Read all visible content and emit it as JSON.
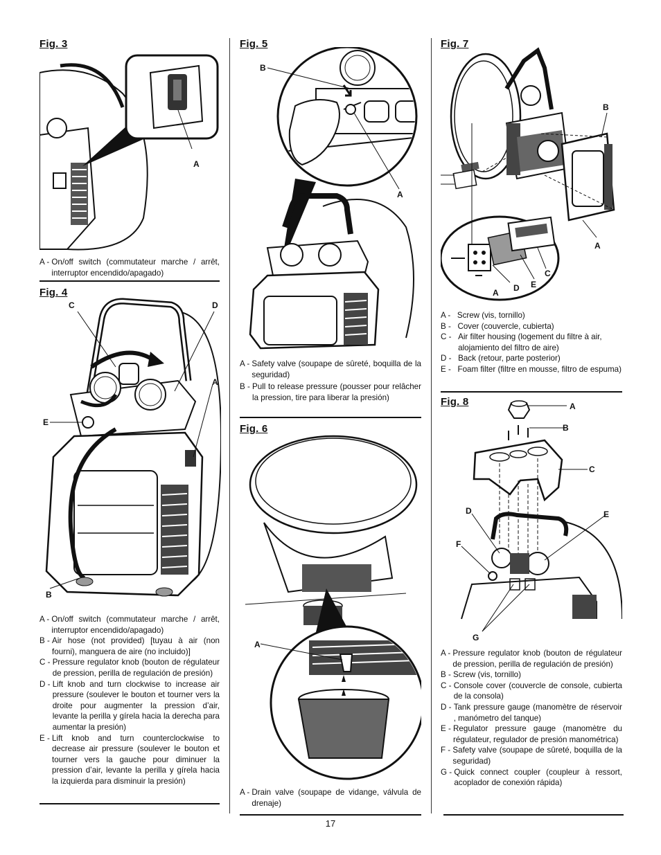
{
  "page_number": "17",
  "fig3": {
    "title": "Fig. 3",
    "labels": {
      "a": "A"
    },
    "legend": [
      {
        "key": "A - ",
        "text": "On/off switch (commutateur marche / arrêt, interruptor encendido/apagado)"
      }
    ]
  },
  "fig4": {
    "title": "Fig. 4",
    "labels": {
      "a": "A",
      "b": "B",
      "c": "C",
      "d": "D",
      "e": "E"
    },
    "legend": [
      {
        "key": "A - ",
        "text": "On/off switch (commutateur marche / arrêt, interruptor encendido/apagado)"
      },
      {
        "key": "B - ",
        "text": "Air hose (not provided) [tuyau à air (non fourni), manguera de aire (no incluido)]"
      },
      {
        "key": "C - ",
        "text": "Pressure regulator knob (bouton de régulateur de pression, perilla de regulación de presión)"
      },
      {
        "key": "D - ",
        "text": "Lift knob and turn clockwise to increase air pressure (soulever le bouton et tourner vers la droite pour augmenter la pression d’air, levante la perilla y gírela hacia la derecha para aumentar la presión)"
      },
      {
        "key": "E - ",
        "text": "Lift knob and turn  counterclockwise to decrease air pressure (soulever le bouton et tourner vers la gauche pour diminuer la pression d’air, levante la perilla y gírela hacia la izquierda para disminuir la presión)"
      }
    ]
  },
  "fig5": {
    "title": "Fig. 5",
    "labels": {
      "a": "A",
      "b": "B"
    },
    "legend": [
      {
        "key": "A - ",
        "text": "Safety valve (soupape de sûreté, boquilla de la seguridad)"
      },
      {
        "key": "B - ",
        "text": "Pull to release pressure (pousser pour relâcher la pression, tire para liberar la presión)"
      }
    ]
  },
  "fig6": {
    "title": "Fig. 6",
    "labels": {
      "a": "A"
    },
    "legend": [
      {
        "key": "A - ",
        "text": "Drain valve (soupape de vidange, válvula de drenaje)"
      }
    ]
  },
  "fig7": {
    "title": "Fig. 7",
    "labels": {
      "a": "A",
      "b": "B",
      "a2": "A",
      "c": "C",
      "d": "D",
      "e": "E"
    },
    "legend": [
      {
        "key": "A -   ",
        "text": "Screw (vis, tornillo)"
      },
      {
        "key": "B -   ",
        "text": "Cover (couvercle, cubierta)"
      },
      {
        "key": "C -   ",
        "text": "Air filter housing (logement du filtre à air, alojamiento del filtro de aire)"
      },
      {
        "key": "D -   ",
        "text": "Back (retour, parte posterior)"
      },
      {
        "key": "E -   ",
        "text": "Foam filter (filtre en mousse, filtro de espuma)"
      }
    ]
  },
  "fig8": {
    "title": "Fig. 8",
    "labels": {
      "a": "A",
      "b": "B",
      "c": "C",
      "d": "D",
      "e": "E",
      "f": "F",
      "g": "G"
    },
    "legend": [
      {
        "key": "A - ",
        "text": "Pressure regulator knob (bouton de régulateur de pression, perilla de regulación de presión)"
      },
      {
        "key": "B - ",
        "text": "Screw (vis, tornillo)"
      },
      {
        "key": "C - ",
        "text": "Console cover (couvercle de console, cubierta de la consola)"
      },
      {
        "key": "D - ",
        "text": "Tank pressure gauge (manomètre de réservoir , manómetro del tanque)"
      },
      {
        "key": "E - ",
        "text": "Regulator pressure gauge (manomètre du régulateur, regulador de presión manométrica)"
      },
      {
        "key": "F - ",
        "text": "Safety valve (soupape de sûreté, boquilla de la seguridad)"
      },
      {
        "key": "G - ",
        "text": "Quick connect coupler (coupleur à ressort, acoplador de conexión rápida)"
      }
    ]
  }
}
